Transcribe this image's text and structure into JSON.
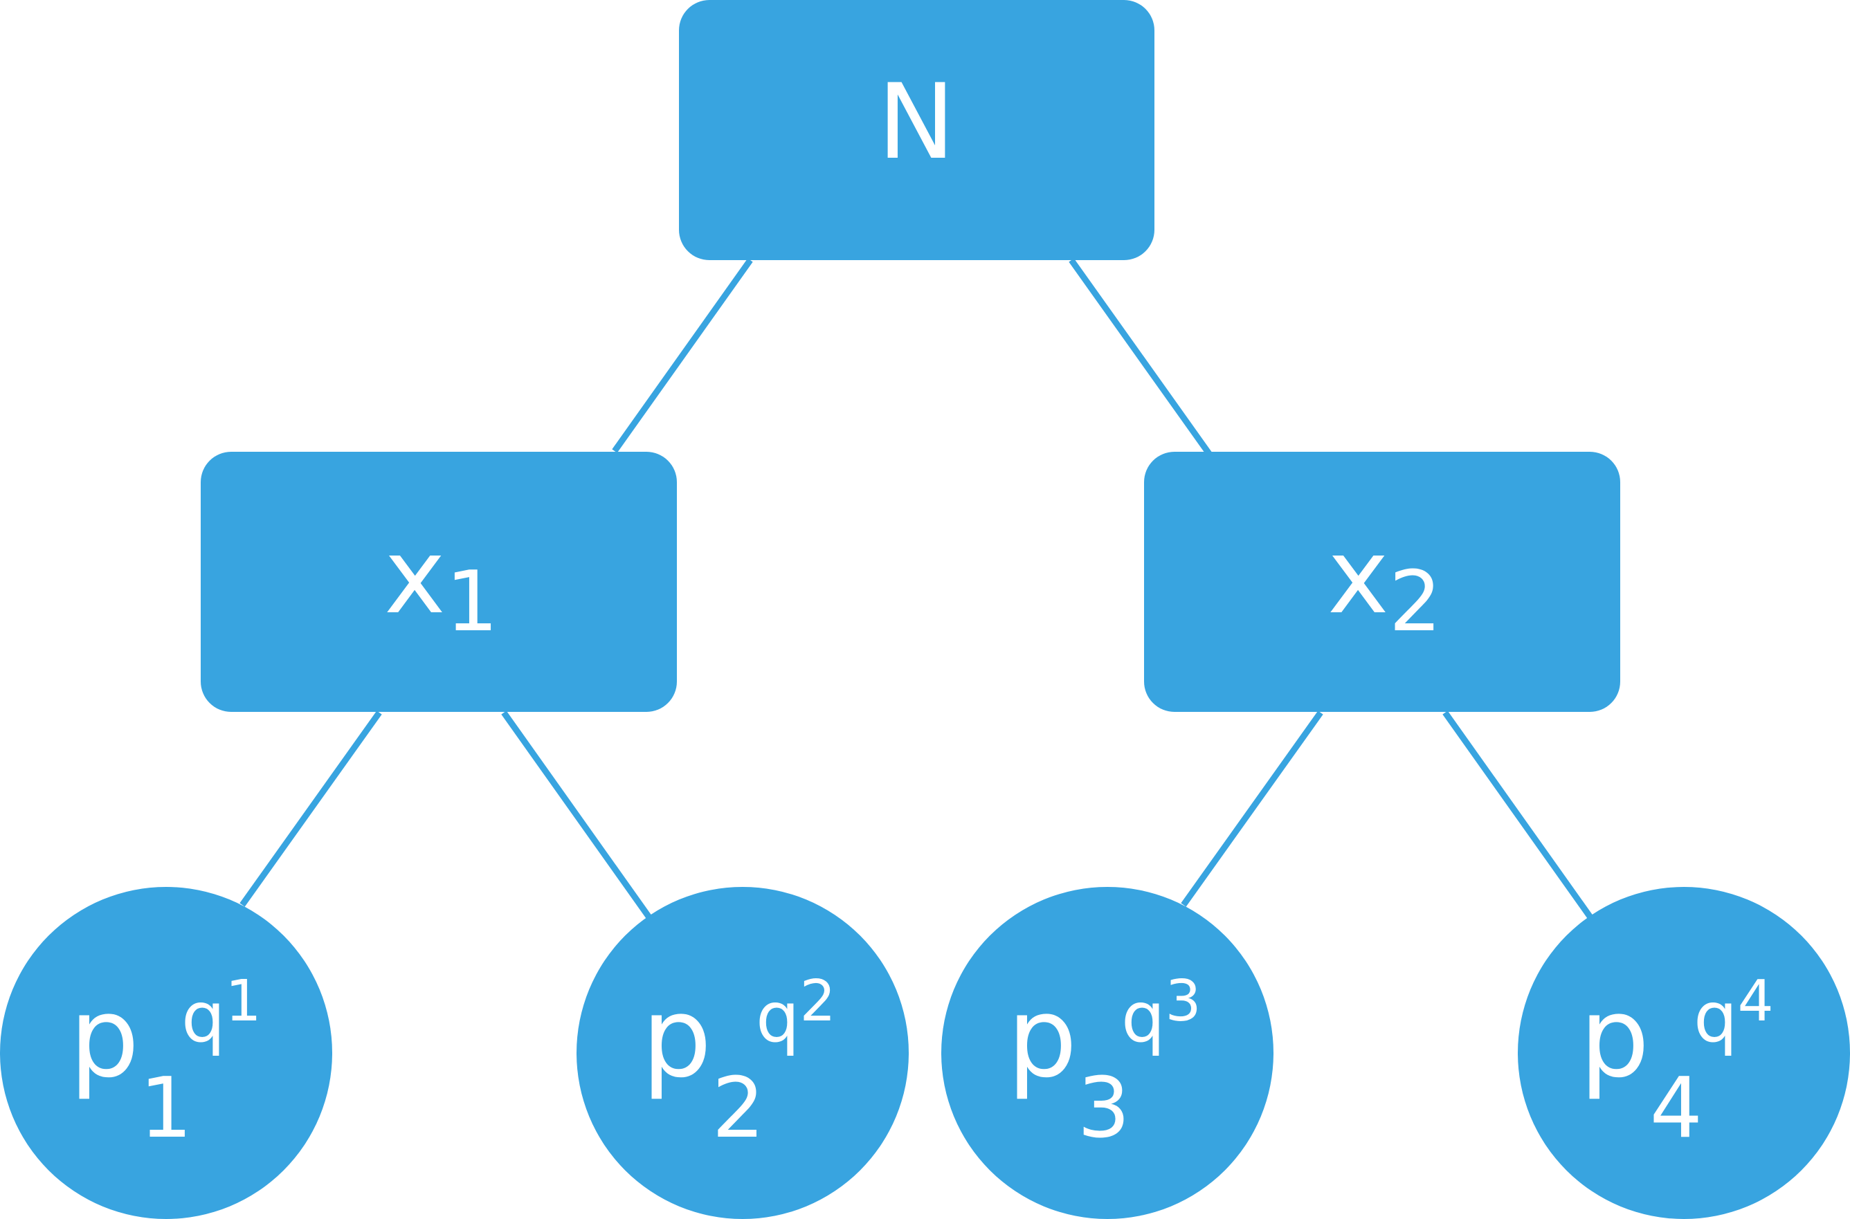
{
  "colors": {
    "node_fill": "#38A4E0",
    "edge": "#38A4E0",
    "label": "#ffffff",
    "background": "#ffffff"
  },
  "tree": {
    "root": {
      "label": "N"
    },
    "internal": [
      {
        "base": "x",
        "sub": "1"
      },
      {
        "base": "x",
        "sub": "2"
      }
    ],
    "leaves": [
      {
        "base": "p",
        "sub": "1",
        "sup_base": "q",
        "sup_sup": "1"
      },
      {
        "base": "p",
        "sub": "2",
        "sup_base": "q",
        "sup_sup": "2"
      },
      {
        "base": "p",
        "sub": "3",
        "sup_base": "q",
        "sup_sup": "3"
      },
      {
        "base": "p",
        "sub": "4",
        "sup_base": "q",
        "sup_sup": "4"
      }
    ]
  }
}
